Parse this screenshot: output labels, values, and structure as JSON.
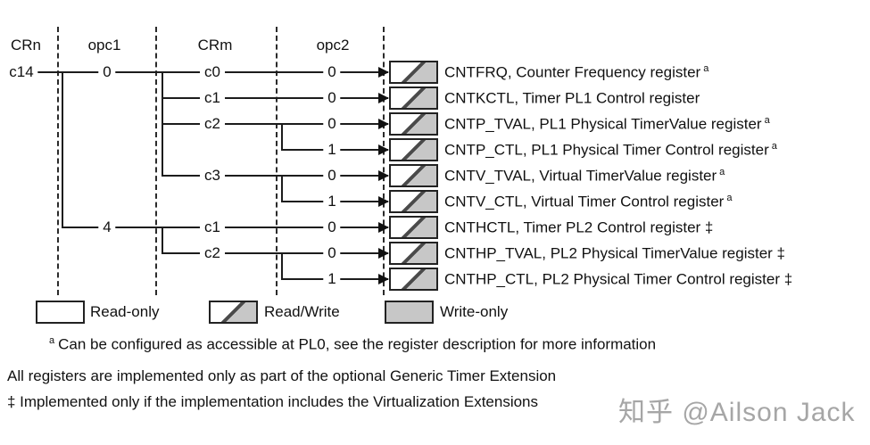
{
  "diagram": {
    "headers": [
      "CRn",
      "opc1",
      "CRm",
      "opc2"
    ],
    "crn_value": "c14",
    "rows": [
      {
        "opc1": "0",
        "crm": "c0",
        "opc2": "0",
        "access": "read-write",
        "name": "CNTFRQ, Counter Frequency register",
        "footnote": "a"
      },
      {
        "crm": "c1",
        "opc2": "0",
        "access": "read-write",
        "name": "CNTKCTL, Timer PL1 Control register",
        "footnote": ""
      },
      {
        "crm": "c2",
        "opc2": "0",
        "access": "read-write",
        "name": "CNTP_TVAL, PL1 Physical TimerValue register",
        "footnote": "a"
      },
      {
        "opc2": "1",
        "access": "read-write",
        "name": "CNTP_CTL, PL1 Physical Timer Control register",
        "footnote": "a"
      },
      {
        "crm": "c3",
        "opc2": "0",
        "access": "read-write",
        "name": "CNTV_TVAL, Virtual TimerValue register",
        "footnote": "a"
      },
      {
        "opc2": "1",
        "access": "read-write",
        "name": "CNTV_CTL, Virtual Timer Control register",
        "footnote": "a"
      },
      {
        "opc1": "4",
        "crm": "c1",
        "opc2": "0",
        "access": "read-write",
        "name": "CNTHCTL, Timer PL2 Control register ‡",
        "footnote": ""
      },
      {
        "crm": "c2",
        "opc2": "0",
        "access": "read-write",
        "name": "CNTHP_TVAL, PL2 Physical TimerValue register ‡",
        "footnote": ""
      },
      {
        "opc2": "1",
        "access": "read-write",
        "name": "CNTHP_CTL, PL2 Physical Timer Control register ‡",
        "footnote": ""
      }
    ]
  },
  "legend": {
    "items": [
      {
        "access": "read-only",
        "label": "Read-only"
      },
      {
        "access": "read-write",
        "label": "Read/Write"
      },
      {
        "access": "write-only",
        "label": "Write-only"
      }
    ]
  },
  "footnote_a": {
    "marker": "a",
    "text": "Can be configured as accessible at PL0, see the register description for more information"
  },
  "notes": [
    "All registers are implemented only as part of the optional Generic Timer Extension",
    "‡ Implemented only if the implementation includes the Virtualization Extensions"
  ],
  "watermark": "知乎 @Ailson Jack",
  "colors": {
    "line": "#1c1c1c",
    "box_fill_gray": "#c7c7c7",
    "watermark_gray": "#a6a6a6"
  }
}
